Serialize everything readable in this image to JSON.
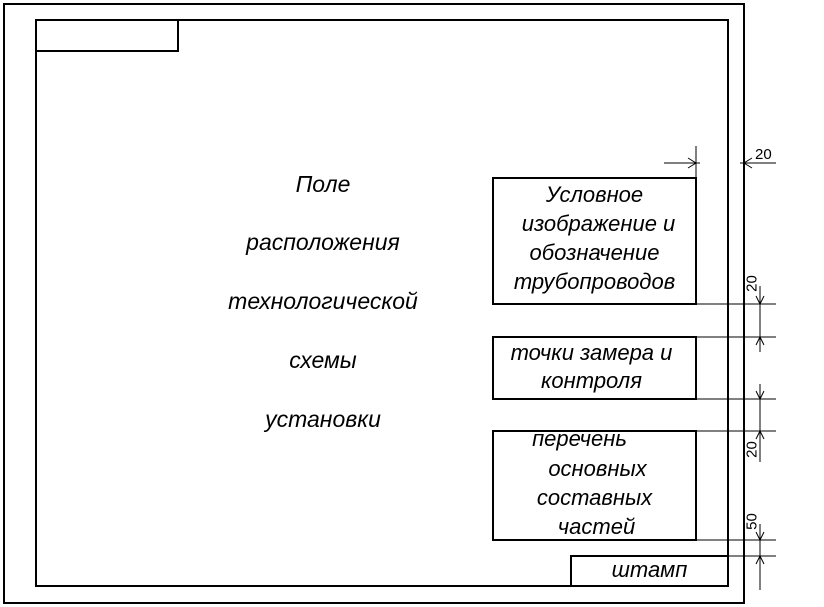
{
  "field": {
    "lines": [
      "Поле",
      "расположения",
      "технологической",
      "схемы",
      "установки"
    ]
  },
  "boxes": {
    "legend": [
      "Условное",
      "изображение и",
      "обозначение",
      "трубопроводов"
    ],
    "measure": [
      "точки замера и",
      "контроля"
    ],
    "parts": [
      "перечень",
      "основных",
      "составных",
      "частей"
    ],
    "stamp": "штамп"
  },
  "dimensions": {
    "top_offset": "20",
    "gap_1": "20",
    "gap_2": "20",
    "stamp_gap": "50"
  }
}
